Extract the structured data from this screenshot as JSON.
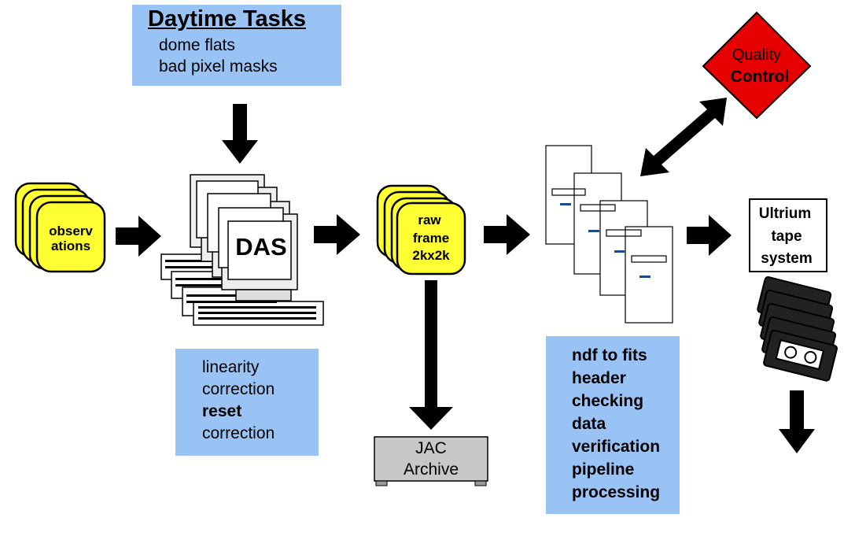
{
  "colors": {
    "box_blue": "#99c3f5",
    "card_yellow": "#ffff33",
    "diamond_red": "#e60000",
    "archive_gray": "#c8c8c8",
    "arrow": "#000000"
  },
  "daytime_tasks": {
    "title": "Daytime Tasks",
    "items": [
      "dome flats",
      "bad pixel masks"
    ]
  },
  "observations": {
    "line1": "observ",
    "line2": "ations"
  },
  "das": {
    "label": "DAS"
  },
  "das_tasks": {
    "lines": [
      "linearity",
      "correction",
      "reset",
      "correction"
    ]
  },
  "raw_frame": {
    "lines": [
      "raw",
      "frame",
      "2kx2k"
    ]
  },
  "archive": {
    "lines": [
      "JAC",
      "Archive"
    ]
  },
  "server_tasks": {
    "lines": [
      "ndf to fits",
      "header",
      "checking",
      "data",
      "verification",
      "pipeline",
      "processing"
    ]
  },
  "quality_control": {
    "line1": "Quality",
    "line2": "Control"
  },
  "tape_system": {
    "lines": [
      "Ultrium",
      "tape",
      "system"
    ]
  },
  "icons": {
    "computer": "computer-terminal-icon",
    "server": "server-tower-icon",
    "tape": "tape-cassette-icon"
  }
}
